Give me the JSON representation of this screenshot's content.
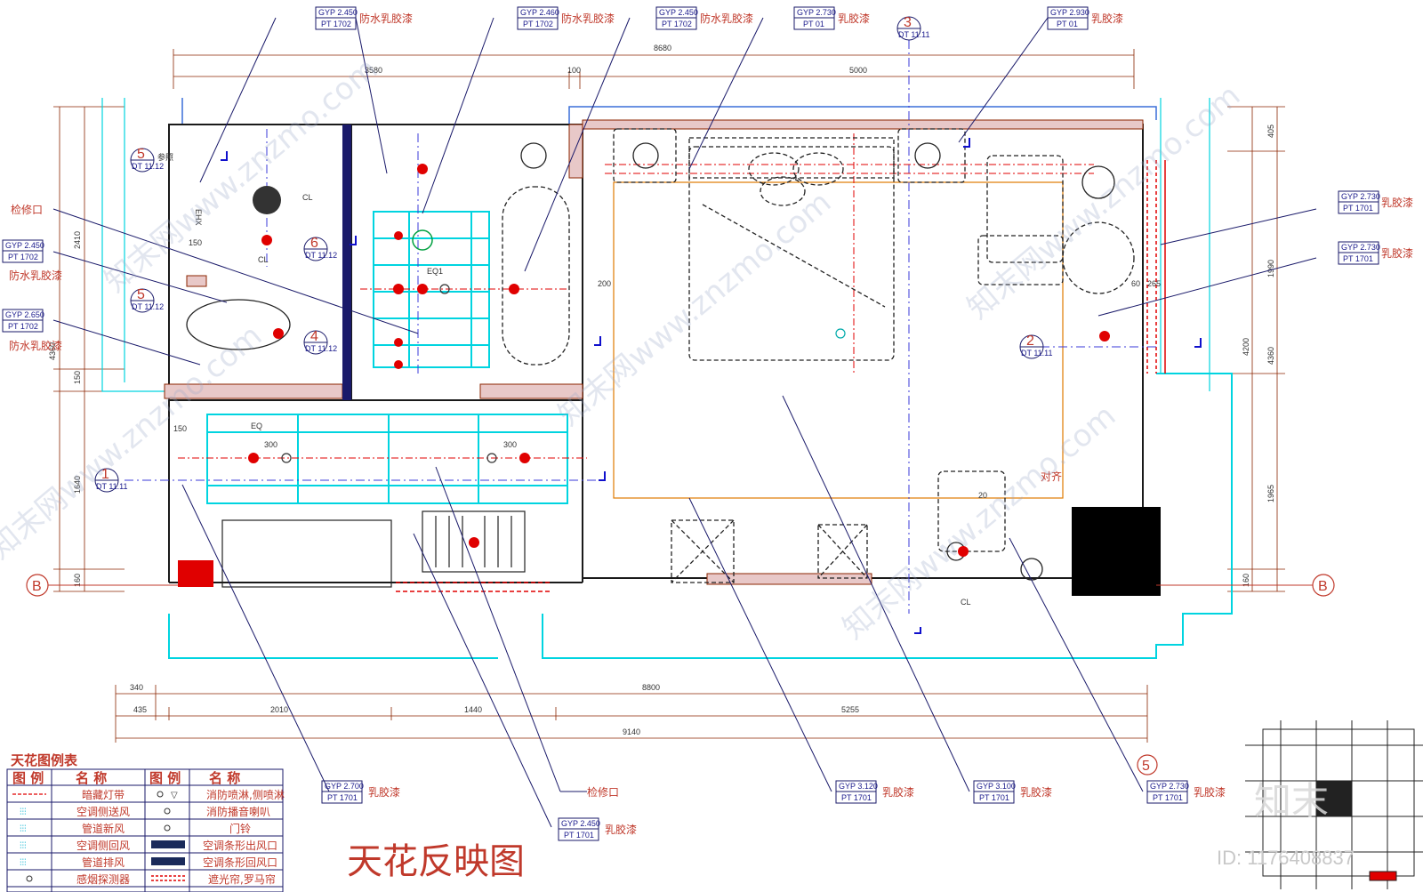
{
  "drawing": {
    "title": "天花反映图",
    "id_text": "ID: 1176408837",
    "logo_text": "知末",
    "watermark": "知末网www.znzmo.com"
  },
  "dimensions": {
    "top_total": "8680",
    "top_left": "3580",
    "top_mid": "100",
    "top_right": "5000",
    "bottom_1": "340",
    "bottom_2": "8800",
    "bottom_3": "435",
    "bottom_4": "2010",
    "bottom_5": "1440",
    "bottom_6": "5255",
    "bottom_total": "9140",
    "left_1": "2410",
    "left_2": "150",
    "left_3": "1640",
    "left_4": "160",
    "left_5": "4360",
    "right_1": "405",
    "right_2": "1990",
    "right_3": "4200",
    "right_4": "4360",
    "right_5": "1965",
    "right_6": "160",
    "inner_300a": "300",
    "inner_300b": "300",
    "inner_150a": "150",
    "inner_150b": "150",
    "inner_200": "200",
    "inner_20": "20",
    "inner_60": "60",
    "inner_265": "265",
    "eq": "EQ",
    "eq1": "EQ1",
    "align": "对齐"
  },
  "ceiling_tags": [
    {
      "gyp": "GYP 2.450",
      "pt": "PT 1702",
      "note": "防水乳胶漆"
    },
    {
      "gyp": "GYP 2.460",
      "pt": "PT 1702",
      "note": "防水乳胶漆"
    },
    {
      "gyp": "GYP 2.450",
      "pt": "PT 1702",
      "note": "防水乳胶漆"
    },
    {
      "gyp": "GYP 2.730",
      "pt": "PT 01",
      "note": "乳胶漆"
    },
    {
      "gyp": "GYP 2.930",
      "pt": "PT 01",
      "note": "乳胶漆"
    },
    {
      "gyp": "GYP 2.450",
      "pt": "PT 1702",
      "note": "防水乳胶漆"
    },
    {
      "gyp": "GYP 2.650",
      "pt": "PT 1702",
      "note": "防水乳胶漆"
    },
    {
      "gyp": "GYP 2.730",
      "pt": "PT 1701",
      "note": "乳胶漆"
    },
    {
      "gyp": "GYP 2.730",
      "pt": "PT 1701",
      "note": "乳胶漆"
    },
    {
      "gyp": "GYP 2.700",
      "pt": "PT 1701",
      "note": "乳胶漆"
    },
    {
      "gyp": "GYP 2.450",
      "pt": "PT 1701",
      "note": "乳胶漆"
    },
    {
      "gyp": "GYP 3.120",
      "pt": "PT 1701",
      "note": "乳胶漆"
    },
    {
      "gyp": "GYP 3.100",
      "pt": "PT 1701",
      "note": "乳胶漆"
    },
    {
      "gyp": "GYP 2.730",
      "pt": "PT 1701",
      "note": "乳胶漆"
    }
  ],
  "labels": {
    "access_hatch_1": "检修口",
    "access_hatch_2": "检修口",
    "ref": "参照",
    "cl": "CL",
    "grid_b_left": "B",
    "grid_b_right": "B",
    "grid_5": "5",
    "ehx": "EHX"
  },
  "section_marks": [
    {
      "num": "5",
      "ref": "DT 11.12"
    },
    {
      "num": "6",
      "ref": "DT 11.12"
    },
    {
      "num": "5",
      "ref": "DT 11.12"
    },
    {
      "num": "4",
      "ref": "DT 11.12"
    },
    {
      "num": "1",
      "ref": "DT 11.11"
    },
    {
      "num": "2",
      "ref": "DT 11.11"
    },
    {
      "num": "3",
      "ref": "DT 11.11"
    }
  ],
  "legend": {
    "title": "天花图例表",
    "headers": [
      "图 例",
      "名  称",
      "图 例",
      "名  称"
    ],
    "rows": [
      {
        "name_left": "暗藏灯带",
        "name_right": "消防喷淋,侧喷淋"
      },
      {
        "name_left": "空调侧送风",
        "name_right": "消防播音喇叭"
      },
      {
        "name_left": "管道新风",
        "name_right": "门铃"
      },
      {
        "name_left": "空调侧回风",
        "name_right": "空调条形出风口"
      },
      {
        "name_left": "管道排风",
        "name_right": "空调条形回风口"
      },
      {
        "name_left": "感烟探测器",
        "name_right": "遮光帘,罗马帘"
      }
    ]
  },
  "colors": {
    "wall": "#1a1a1a",
    "cyan": "#00d4e0",
    "red": "#e00000",
    "blue": "#0000cc",
    "magenta": "#cc00cc",
    "orange": "#e07a00",
    "dim": "#8b2500",
    "text_red": "#c0392b"
  }
}
